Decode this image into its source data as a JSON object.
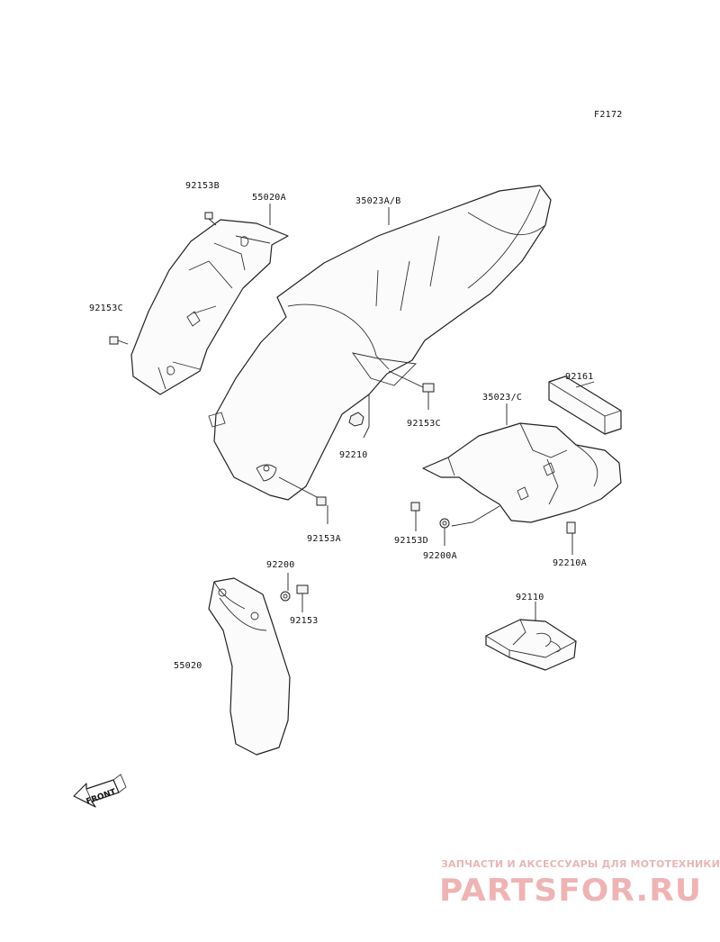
{
  "figure_code": "F2172",
  "labels": {
    "p92153B": "92153B",
    "p55020A": "55020A",
    "p35023AB": "35023A/B",
    "p92153C_a": "92153C",
    "p92161": "92161",
    "p35023C": "35023/C",
    "p92153C_b": "92153C",
    "p92210": "92210",
    "p92153A": "92153A",
    "p92153D": "92153D",
    "p92200A": "92200A",
    "p92210A": "92210A",
    "p92200": "92200",
    "p92153": "92153",
    "p92110": "92110",
    "p55020": "55020"
  },
  "front_arrow_label": "FRONT",
  "watermark": {
    "tagline": "ЗАПЧАСТИ И АКСЕССУАРЫ ДЛЯ МОТОТЕХНИКИ",
    "brand": "PARTSFOR.RU"
  }
}
